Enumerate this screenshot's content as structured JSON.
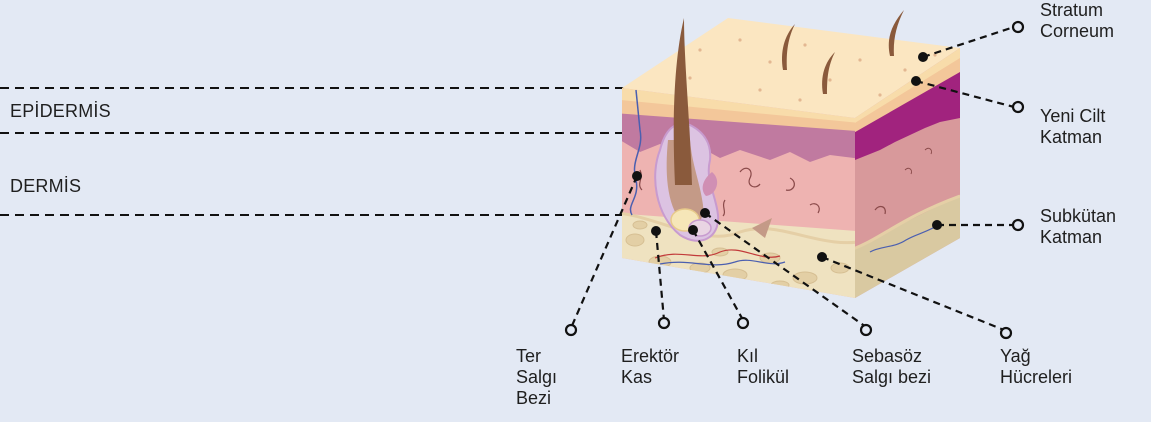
{
  "labels": {
    "epidermis": "EPİDERMİS",
    "dermis": "DERMİS",
    "stratum_corneum": "Stratum\nCorneum",
    "new_skin_layer": "Yeni Cilt\nKatman",
    "subcutaneous_layer": "Subkütan\nKatman",
    "sweat_gland": "Ter\nSalgı\nBezi",
    "erector_muscle": "Erektör\nKas",
    "hair_follicle": "Kıl\nFolikül",
    "sebaceous_gland": "Sebasöz\nSalgı bezi",
    "fat_cells": "Yağ\nHücreleri"
  },
  "colors": {
    "background": "#e3e9f4",
    "stratum_top": "#fbe6c1",
    "stratum_front": "#f8dcaa",
    "new_layer": "#f3c79a",
    "epidermis_purple": "#c07aa0",
    "epidermis_deep": "#a1237e",
    "dermis": "#eeb3b1",
    "dermis_side": "#d8999b",
    "subcutaneous": "#efe2c0",
    "subcutaneous_side": "#d9c9a1",
    "hair": "#8a5a3c",
    "leader_line": "#111111"
  }
}
